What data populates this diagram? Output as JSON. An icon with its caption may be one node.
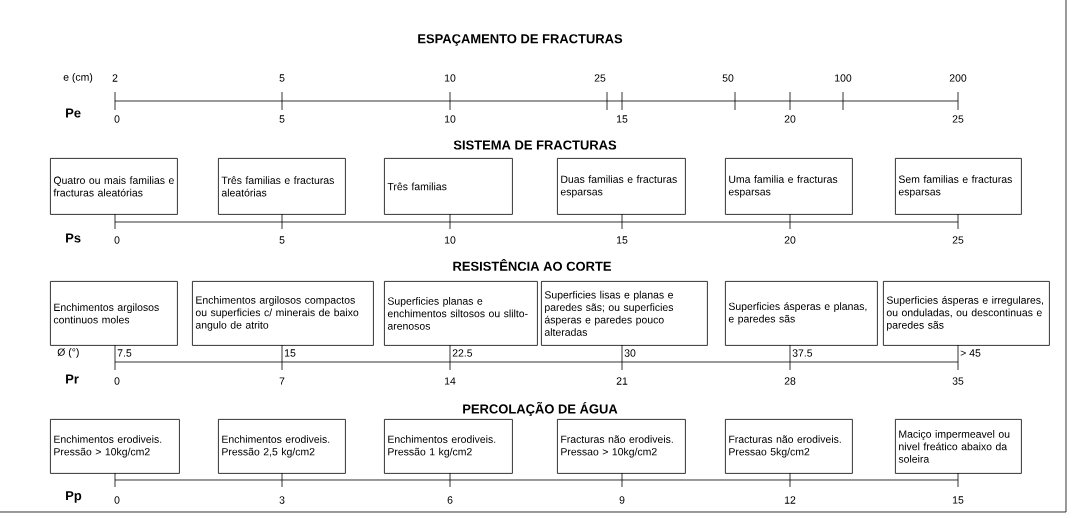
{
  "diagram": {
    "nodes": [
      {
        "text": [
          "Quatro ou mais familias e fracturas aleatórias"
        ]
      },
      {
        "text": [
          "Três familias e fracturas aleatórias"
        ]
      },
      {
        "text": [
          "Três familias"
        ]
      },
      {
        "text": [
          "Duas familias e fracturas esparsas"
        ]
      },
      {
        "text": [
          "Uma familia e fracturas esparsas"
        ]
      },
      {
        "text": [
          "Sem familias e fracturas esparsas"
        ]
      },
      {
        "text": [
          "Enchimentos argilosos continuos moles"
        ]
      },
      {
        "text": [
          "Enchimentos argilosos compactos ou superficies c/ minerais de baixo angulo de atrito"
        ]
      },
      {
        "text": [
          "Superficies planas e enchimentos siltosos ou slilto-arenosos"
        ]
      },
      {
        "text": [
          "Superficies lisas e planas e paredes sãs; ou superficies ásperas e paredes pouco alteradas"
        ]
      },
      {
        "text": [
          "Superficies ásperas e planas, e paredes sãs"
        ]
      },
      {
        "text": [
          "Superficies ásperas e irregulares, ou onduladas, ou descontinuas e paredes sãs"
        ]
      },
      {
        "text": [
          "Enchimentos erodiveis. Pressão > 10kg/cm2"
        ]
      },
      {
        "text": [
          "Enchimentos erodiveis. Pressão 2,5 kg/cm2"
        ]
      },
      {
        "text": [
          "Enchimentos erodiveis. Pressão 1 kg/cm2"
        ]
      },
      {
        "text": [
          "Fracturas não erodiveis. Pressao > 10kg/cm2"
        ]
      },
      {
        "text": [
          "Fracturas não erodiveis. Pressao 5kg/cm2"
        ]
      },
      {
        "text": [
          "Maciço impermeavel ou nivel freático abaixo da soleira"
        ]
      }
    ],
    "labels": [
      "ESPAÇAMENTO DE FRACTURAS",
      "e (cm)",
      "2",
      "5",
      "10",
      "25",
      "50",
      "100",
      "200",
      "Pe",
      "0",
      "5",
      "10",
      "15",
      "20",
      "25",
      "SISTEMA DE FRACTURAS",
      "Ps",
      "0",
      "5",
      "10",
      "15",
      "20",
      "25",
      "RESISTÊNCIA AO CORTE",
      "Ø (°)",
      "7.5",
      "15",
      "22.5",
      "30",
      "37.5",
      "> 45",
      "Pr",
      "0",
      "7",
      "14",
      "21",
      "28",
      "35",
      "PERCOLAÇÃO DE ÁGUA",
      "Pp",
      "0",
      "3",
      "6",
      "9",
      "12",
      "15"
    ]
  }
}
